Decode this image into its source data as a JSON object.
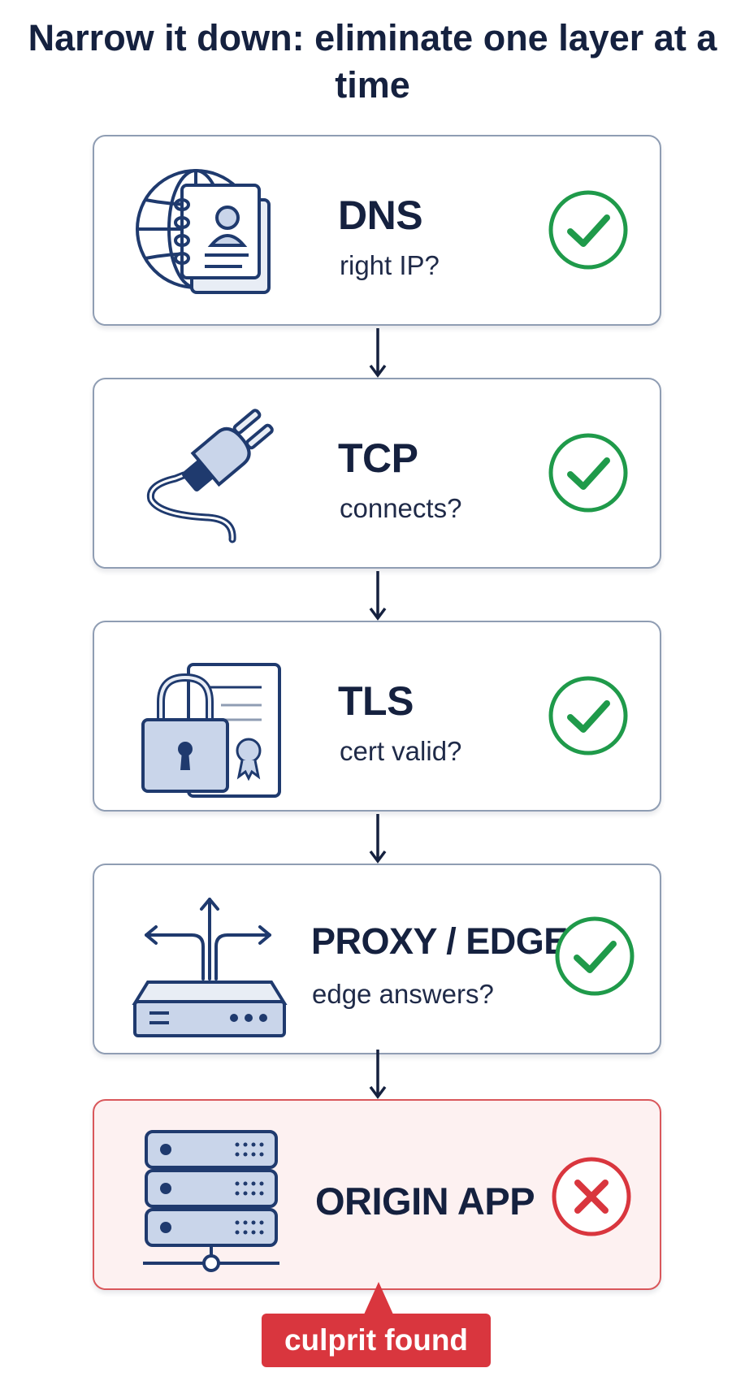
{
  "title": "Narrow it down: eliminate one layer at a time",
  "layers": [
    {
      "name": "DNS",
      "question": "right IP?",
      "status": "pass",
      "icon": "globe-contact-card-icon"
    },
    {
      "name": "TCP",
      "question": "connects?",
      "status": "pass",
      "icon": "plug-icon"
    },
    {
      "name": "TLS",
      "question": "cert valid?",
      "status": "pass",
      "icon": "lock-certificate-icon"
    },
    {
      "name": "PROXY / EDGE",
      "question": "edge answers?",
      "status": "pass",
      "icon": "router-arrows-icon"
    },
    {
      "name": "ORIGIN APP",
      "question": "",
      "status": "fail",
      "icon": "server-rack-icon"
    }
  ],
  "badge": {
    "label": "culprit found"
  },
  "colors": {
    "navy": "#1f3a6e",
    "pass": "#1f9a4a",
    "fail": "#d9363e",
    "card_border": "#8f9db3",
    "fail_bg": "#fdf1f1"
  }
}
